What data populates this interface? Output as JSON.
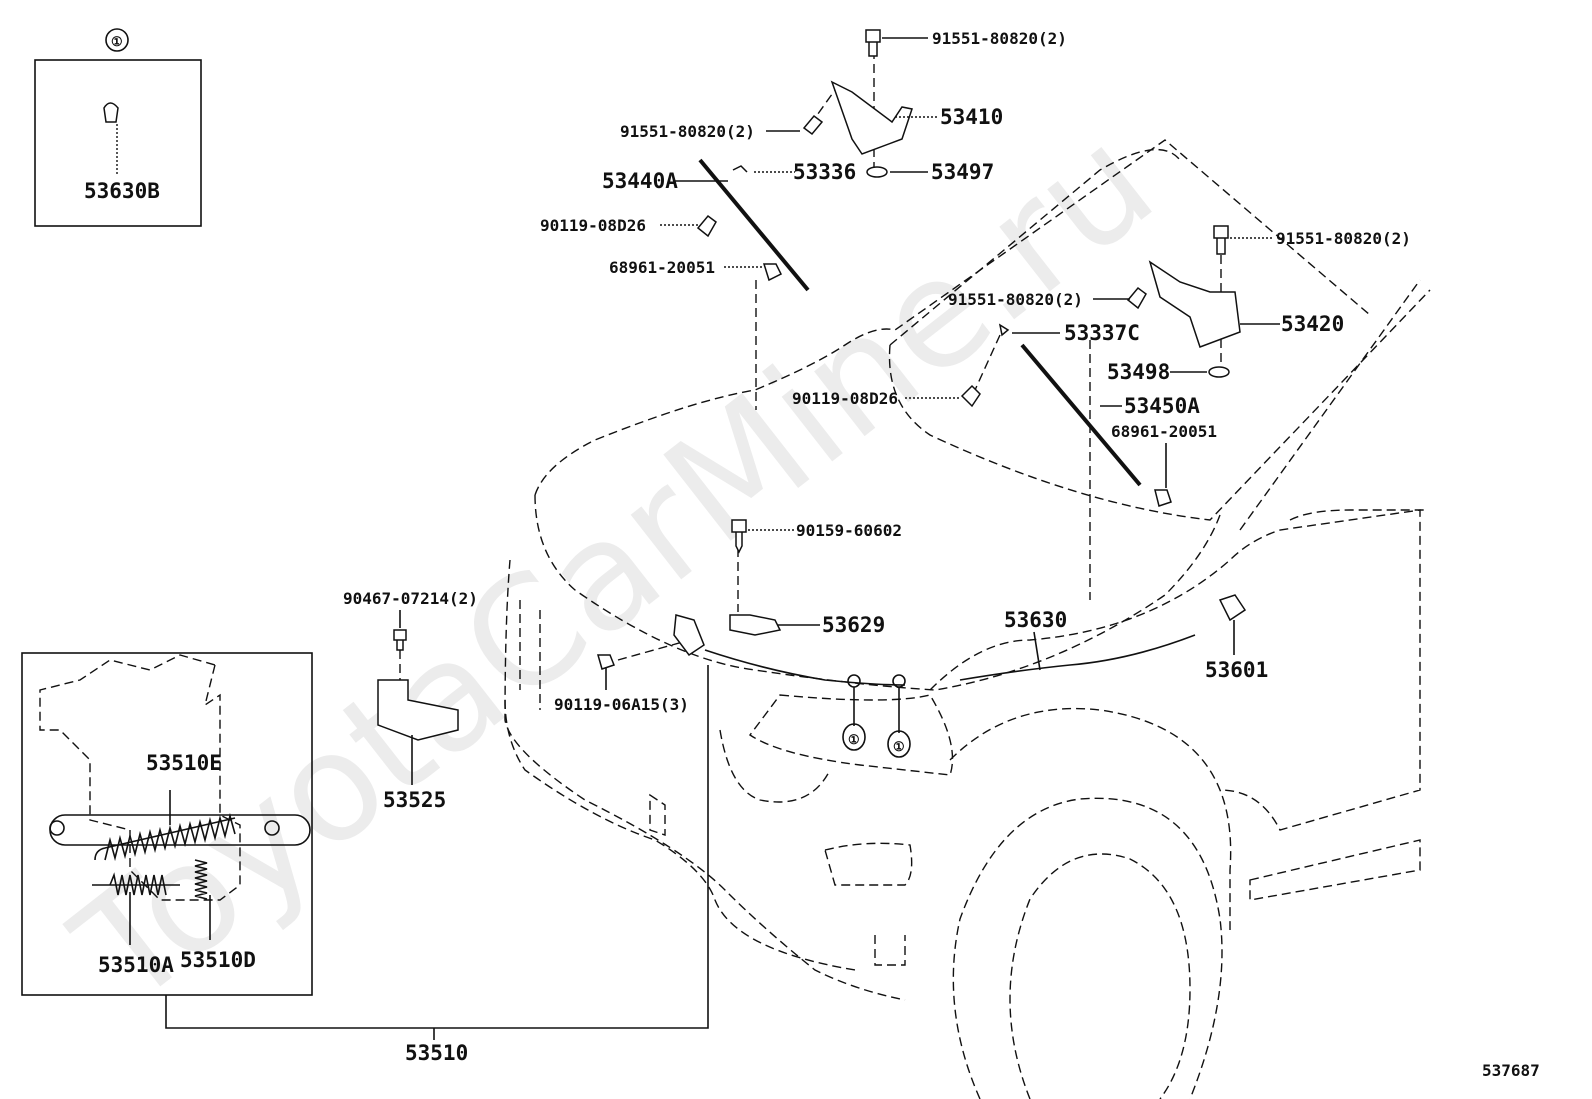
{
  "watermark": "ToyotaCarMine.ru",
  "diagram_number": "537687",
  "callout_symbol": "①",
  "inset_callout": {
    "symbol": "①",
    "part": "53630B"
  },
  "parts": {
    "bolt_top": "91551-80820(2)",
    "hinge_left": "53410",
    "bolt_left_hinge": "91551-80820(2)",
    "clip_53336": "53336",
    "washer_left": "53497",
    "stay_left": "53440A",
    "bolt_stay_left": "90119-08D26",
    "grommet_left": "68961-20051",
    "bolt_right_top": "91551-80820(2)",
    "bolt_right_hinge": "91551-80820(2)",
    "clip_53337c": "53337C",
    "hinge_right": "53420",
    "washer_right": "53498",
    "bolt_stay_right": "90119-08D26",
    "stay_right": "53450A",
    "grommet_right": "68961-20051",
    "screw_90159": "90159-60602",
    "clip_90467": "90467-07214(2)",
    "part_53629": "53629",
    "cable": "53630",
    "handle": "53601",
    "bolt_lock": "90119-06A15(3)",
    "spring_e": "53510E",
    "support": "53525",
    "spring_a": "53510A",
    "spring_d": "53510D",
    "lock_assy": "53510"
  }
}
